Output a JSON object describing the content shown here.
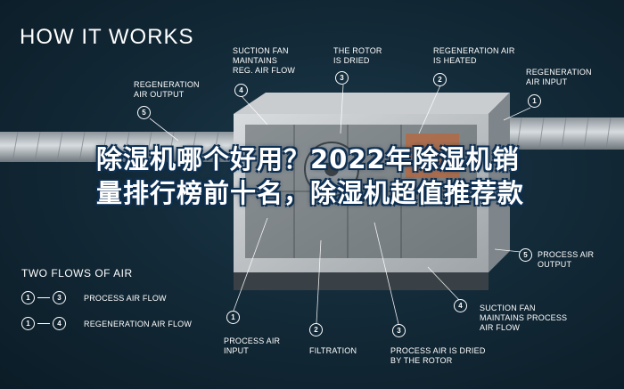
{
  "title": "HOW IT WORKS",
  "labels": {
    "regen_air_output": "REGENERATION\nAIR OUTPUT",
    "suction_fan_regen": "SUCTION FAN\nMAINTAINS\nREG. AIR FLOW",
    "rotor_dried": "THE ROTOR\nIS DRIED",
    "regen_air_heated": "REGENERATION AIR\nIS HEATED",
    "regen_air_input": "REGENERATION\nAIR INPUT",
    "process_air_output": "PROCESS AIR\nOUTPUT",
    "suction_fan_process": "SUCTION FAN\nMAINTAINS PROCESS\nAIR FLOW",
    "process_air_input": "PROCESS AIR\nINPUT",
    "filtration": "FILTRATION",
    "process_air_dried": "PROCESS AIR IS DRIED\nBY THE ROTOR"
  },
  "numbers": {
    "n1": "1",
    "n2": "2",
    "n3": "3",
    "n4": "4",
    "n5": "5"
  },
  "flows": {
    "title": "TWO FLOWS OF AIR",
    "rows": [
      {
        "from": "1",
        "to": "3",
        "label": "PROCESS AIR FLOW"
      },
      {
        "from": "1",
        "to": "4",
        "label": "REGENERATION AIR FLOW"
      }
    ]
  },
  "overlay_text": "除湿机哪个好用？2022年除湿机销量排行榜前十名，除湿机超值推荐款"
}
